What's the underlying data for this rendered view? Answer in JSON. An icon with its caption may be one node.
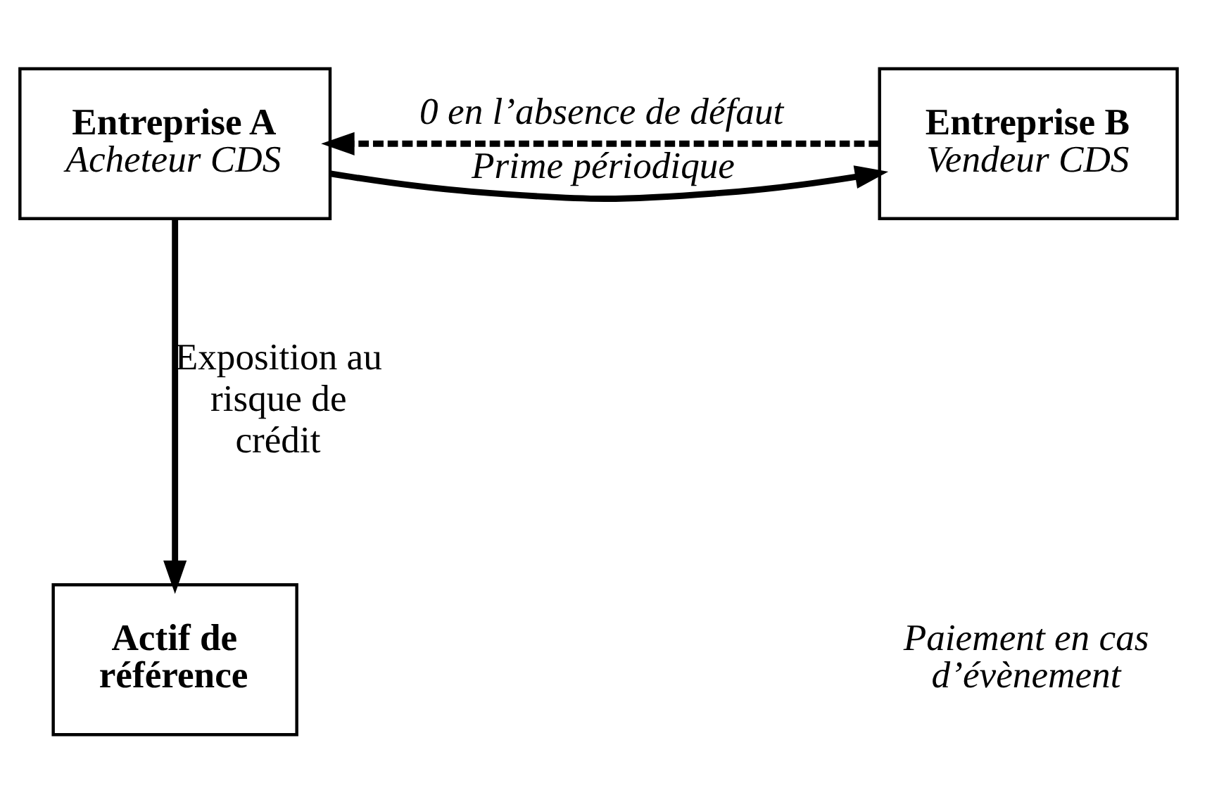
{
  "diagram": {
    "nodes": [
      {
        "text": [
          "Entreprise A",
          "Acheteur CDS"
        ]
      },
      {
        "text": [
          "Entreprise B",
          "Vendeur CDS"
        ]
      },
      {
        "text": [
          "Actif de référence"
        ]
      }
    ],
    "edges": [
      {
        "from": 0,
        "to": 1,
        "arrow": "to",
        "label": "Prime périodique"
      },
      {
        "from": 1,
        "to": 0,
        "arrow": "to",
        "label": "0 en l’absence de défaut",
        "style": "dashed"
      },
      {
        "from": 0,
        "to": 2,
        "arrow": "to",
        "label": "Exposition au risque de crédit"
      }
    ],
    "labels": [
      "Paiement en cas d’évènement"
    ]
  }
}
